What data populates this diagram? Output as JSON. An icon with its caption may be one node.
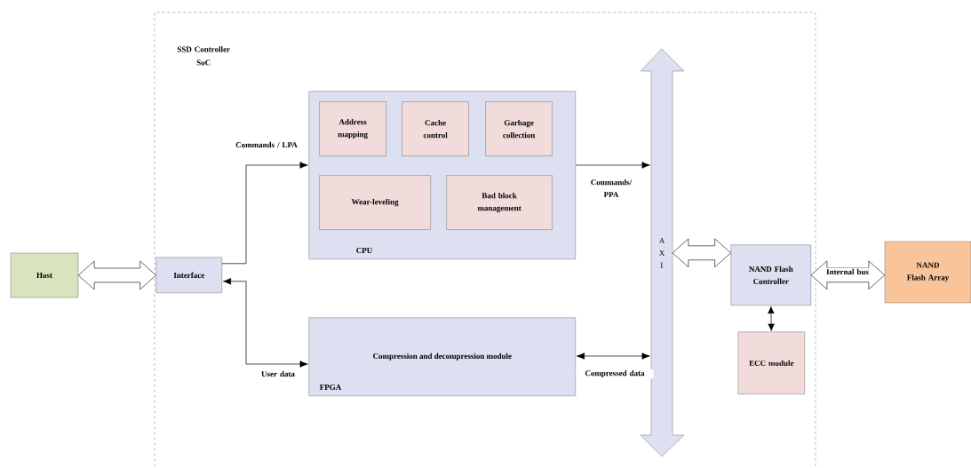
{
  "diagram": {
    "nodes": [
      {
        "text": [
          "SSD Controller SoC"
        ]
      },
      {
        "text": [
          "CPU"
        ],
        "in": 0
      },
      {
        "text": [
          "Address mapping"
        ],
        "in": 1
      },
      {
        "text": [
          "Cache control"
        ],
        "in": 1
      },
      {
        "text": [
          "Garbage collection"
        ],
        "in": 1
      },
      {
        "text": [
          "Wear-leveling"
        ],
        "in": 1
      },
      {
        "text": [
          "Bad block management"
        ],
        "in": 1
      },
      {
        "text": [
          "Compression and decompression module",
          "FPGA"
        ],
        "in": 0
      },
      {
        "text": [
          "A X I"
        ],
        "in": 0
      },
      {
        "text": [
          "Interface"
        ],
        "in": 0
      },
      {
        "text": [
          "Host"
        ]
      },
      {
        "text": [
          "NAND Flash Controller"
        ],
        "in": 0
      },
      {
        "text": [
          "ECC module"
        ],
        "in": 0
      },
      {
        "text": [
          "NAND Flash Array"
        ]
      }
    ],
    "edges": [
      {
        "from": 10,
        "to": 9,
        "arrow": "both",
        "style": "thick"
      },
      {
        "from": 9,
        "to": 1,
        "arrow": "to",
        "label": "Commands / LPA"
      },
      {
        "from": 1,
        "to": 8,
        "arrow": "to",
        "label": "Commands/ PPA"
      },
      {
        "from": 7,
        "to": 9,
        "arrow": "both",
        "label": "User data"
      },
      {
        "from": 7,
        "to": 8,
        "arrow": "both",
        "label": "Compressed data"
      },
      {
        "from": 8,
        "to": 11,
        "arrow": "both",
        "style": "thick"
      },
      {
        "from": 11,
        "to": 13,
        "arrow": "both",
        "style": "thick",
        "label": "Internal bus"
      },
      {
        "from": 11,
        "to": 12,
        "arrow": "both"
      }
    ]
  }
}
